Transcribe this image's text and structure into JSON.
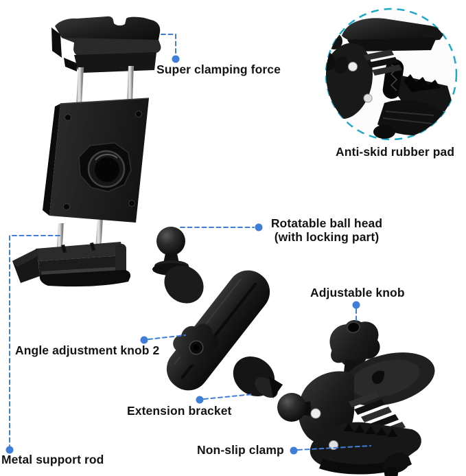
{
  "figure": {
    "type": "annotated-product-diagram",
    "subject": "tablet holder clamp mount with extension arm parts"
  },
  "colors": {
    "background": "#ffffff",
    "callout_line": "#3f7ed8",
    "callout_dot": "#3f7ed8",
    "inset_circle_teal": "#1ea9c7",
    "label_text": "#131313",
    "product_black": "#1b1b1b",
    "metal_gray": "#cfcfcf",
    "screw_white": "#ececec"
  },
  "labels": {
    "super_clamping_force": "Super clamping force",
    "anti_skid_rubber_pad": "Anti-skid rubber pad",
    "rotatable_ball_head_line1": "Rotatable ball head",
    "rotatable_ball_head_line2": "(with locking part)",
    "adjustable_knob": "Adjustable knob",
    "angle_adjustment_knob_2": "Angle adjustment knob 2",
    "extension_bracket": "Extension bracket",
    "non_slip_clamp": "Non-slip clamp",
    "metal_support_rod": "Metal support rod"
  }
}
